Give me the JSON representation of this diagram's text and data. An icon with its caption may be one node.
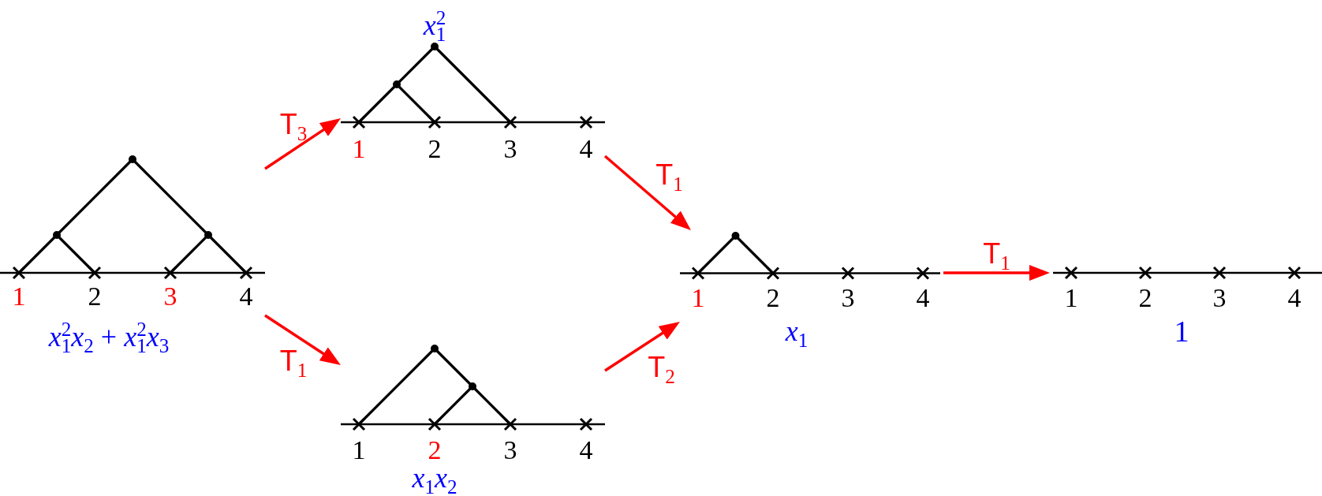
{
  "diagram": {
    "nodes": [
      {
        "text": [
          "1",
          "2",
          "3",
          "4",
          "*x*$_{1}$$^{2}$*x*$_{2}$ + *x*$_{1}$$^{2}$*x*$_{3}$"
        ]
      },
      {
        "text": [
          "1",
          "2",
          "3",
          "4",
          "*x*$_{1}$$^{2}$"
        ]
      },
      {
        "text": [
          "1",
          "2",
          "3",
          "4",
          "*x*$_{1}$*x*$_{2}$"
        ]
      },
      {
        "text": [
          "1",
          "2",
          "3",
          "4",
          "*x*$_{1}$"
        ]
      },
      {
        "text": [
          "1",
          "2",
          "3",
          "4",
          "1"
        ]
      }
    ],
    "edges": [
      {
        "from": 0,
        "to": 1,
        "arrow": "to",
        "label": "T$_{3}$"
      },
      {
        "from": 0,
        "to": 2,
        "arrow": "to",
        "label": "T$_{1}$"
      },
      {
        "from": 1,
        "to": 3,
        "arrow": "to",
        "label": "T$_{1}$"
      },
      {
        "from": 2,
        "to": 3,
        "arrow": "to",
        "label": "T$_{2}$"
      },
      {
        "from": 3,
        "to": 4,
        "arrow": "to",
        "label": "T$_{1}$"
      }
    ]
  }
}
